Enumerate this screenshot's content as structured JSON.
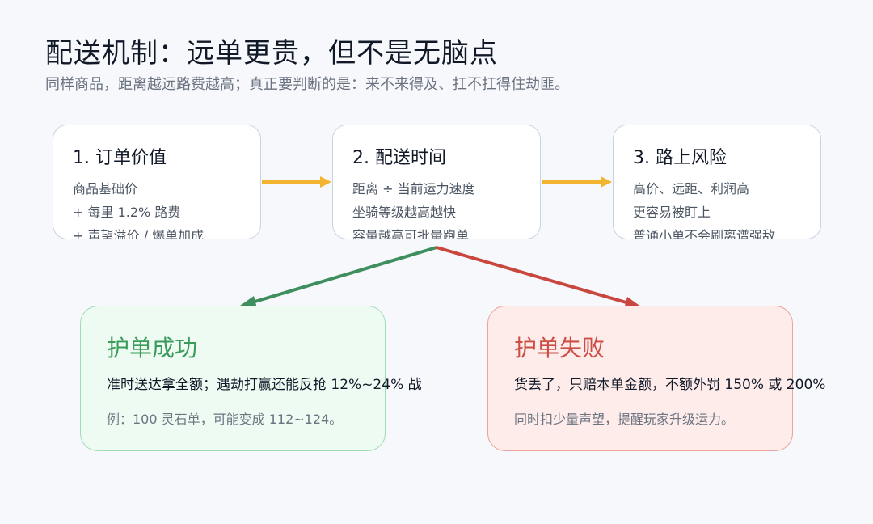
{
  "header": {
    "title": "配送机制：远单更贵，但不是无脑点",
    "subtitle": "同样商品，距离越远路费越高；真正要判断的是：来不来得及、扛不扛得住劫匪。"
  },
  "steps": [
    {
      "title": "1. 订单价值",
      "lines": [
        "商品基础价",
        "+ 每里 1.2% 路费",
        "+ 声望溢价 / 爆单加成"
      ]
    },
    {
      "title": "2. 配送时间",
      "lines": [
        "距离 ÷ 当前运力速度",
        "坐骑等级越高越快",
        "容量越高可批量跑单"
      ]
    },
    {
      "title": "3. 路上风险",
      "lines": [
        "高价、远距、利润高",
        "更容易被盯上",
        "普通小单不会刷离谱强敌"
      ]
    }
  ],
  "outcomes": {
    "success": {
      "title": "护单成功",
      "main": "准时送达拿全额；遇劫打赢还能反抢 12%~24% 战",
      "note": "例：100 灵石单，可能变成 112~124。"
    },
    "fail": {
      "title": "护单失败",
      "main": "货丢了，只赔本单金额，不额外罚 150% 或 200%",
      "note": "同时扣少量声望，提醒玩家升级运力。"
    }
  },
  "colors": {
    "flow_arrow": "#f2b431",
    "success_arrow": "#3f8f5e",
    "fail_arrow": "#c9473f"
  }
}
